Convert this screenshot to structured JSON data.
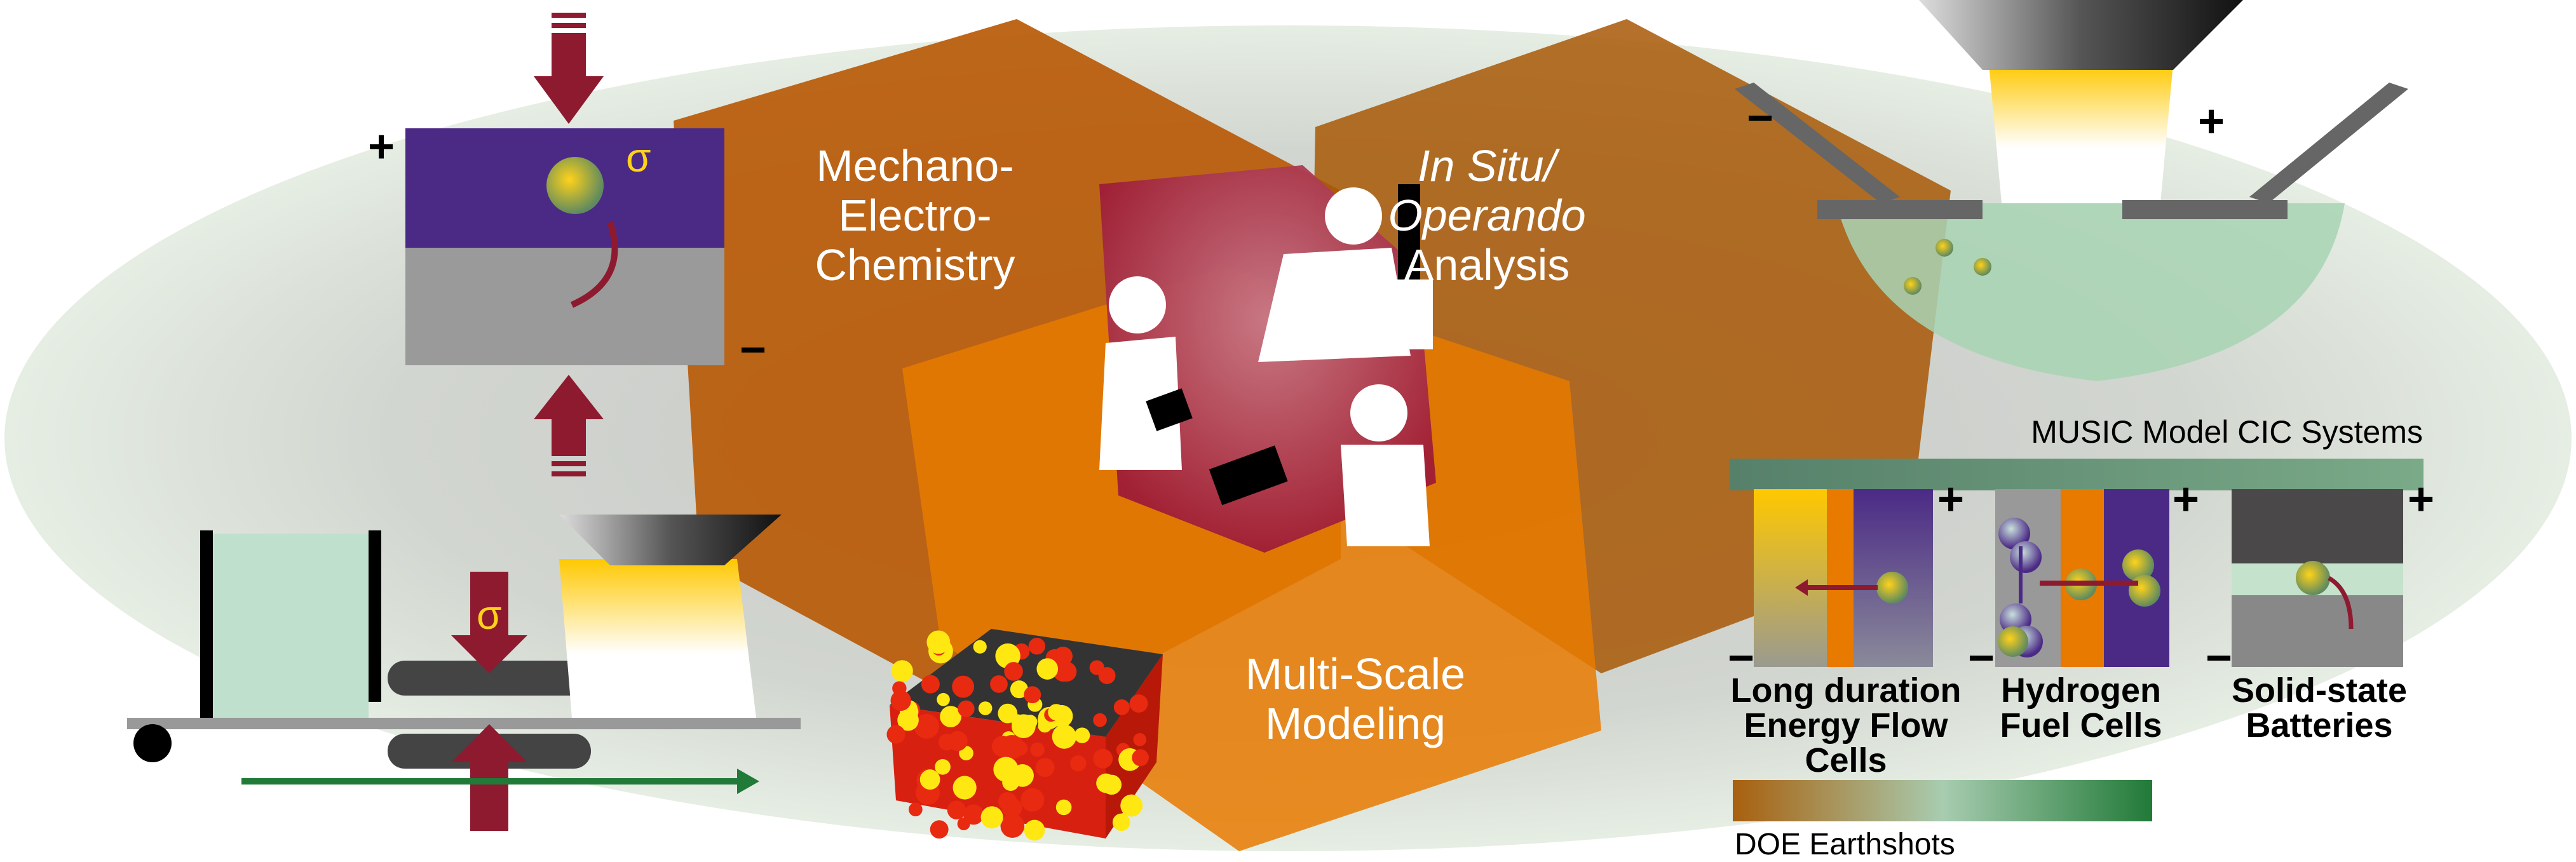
{
  "hexagons": {
    "mechano": {
      "lines": [
        "Mechano-",
        "Electro-",
        "Chemistry"
      ]
    },
    "insitu": {
      "lines": [
        "In Situ/",
        "Operando",
        "Analysis"
      ]
    },
    "multiscale": {
      "lines": [
        "Multi-Scale",
        "Modeling"
      ]
    }
  },
  "left_panel": {
    "sigma_top": "σ",
    "sigma_bottom": "σ",
    "plus": "+",
    "minus": "−"
  },
  "right_top": {
    "plus": "+",
    "minus": "−"
  },
  "music": {
    "title": "MUSIC Model CIC Systems",
    "cells": [
      {
        "lines": [
          "Long duration",
          "Energy Flow",
          "Cells"
        ],
        "plus": "+",
        "minus": "−"
      },
      {
        "lines": [
          "Hydrogen",
          "Fuel Cells"
        ],
        "plus": "+",
        "minus": "−"
      },
      {
        "lines": [
          "Solid-state",
          "Batteries"
        ],
        "plus": "+",
        "minus": "−"
      }
    ],
    "earthshots_label": "DOE Earthshots"
  },
  "colors": {
    "hex_dark": "#b85a08",
    "hex_light": "#e87a00",
    "center": "#9e1c36",
    "purple": "#4b2a86",
    "green_bar": "#6a9a78",
    "arrow": "#8e1a30"
  }
}
